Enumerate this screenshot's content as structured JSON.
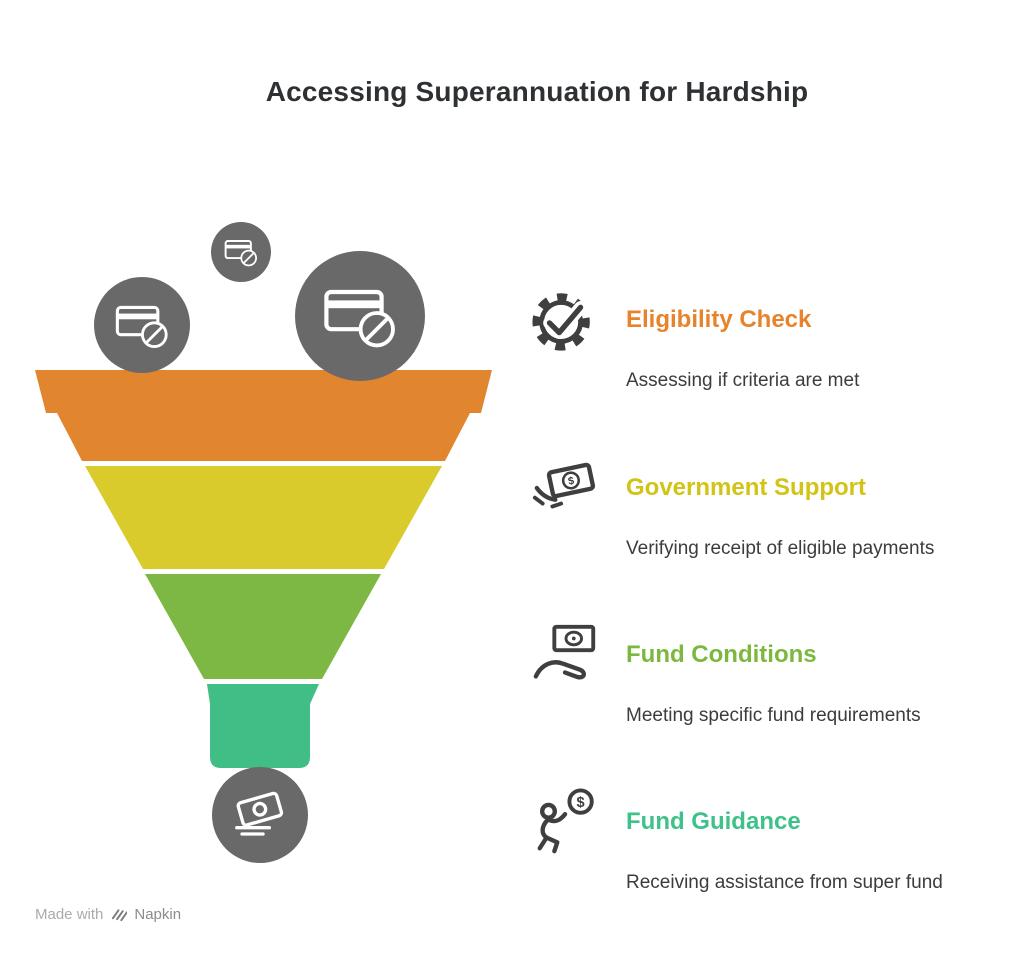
{
  "title": "Accessing Superannuation for Hardship",
  "items": [
    {
      "heading": "Eligibility Check",
      "description": "Assessing if criteria are met",
      "color": "#E8832B",
      "icon": "gear-check-icon"
    },
    {
      "heading": "Government Support",
      "description": "Verifying receipt of eligible payments",
      "color": "#D2C416",
      "icon": "cash-flick-icon"
    },
    {
      "heading": "Fund Conditions",
      "description": "Meeting specific fund requirements",
      "color": "#7CB83E",
      "icon": "cash-hand-icon"
    },
    {
      "heading": "Fund Guidance",
      "description": "Receiving assistance from super fund",
      "color": "#3EC289",
      "icon": "person-coin-icon"
    }
  ],
  "funnel": {
    "layer_colors": [
      "#E1862E",
      "#D9CB2B",
      "#7EB844",
      "#41BE85"
    ],
    "bubble_color": "#696969",
    "top_bubble_icon": "blocked-card-icon",
    "bottom_bubble_icon": "cash-out-icon"
  },
  "icons": {
    "dollar": "$"
  },
  "watermark": {
    "made_with": "Made with",
    "brand": "Napkin"
  }
}
